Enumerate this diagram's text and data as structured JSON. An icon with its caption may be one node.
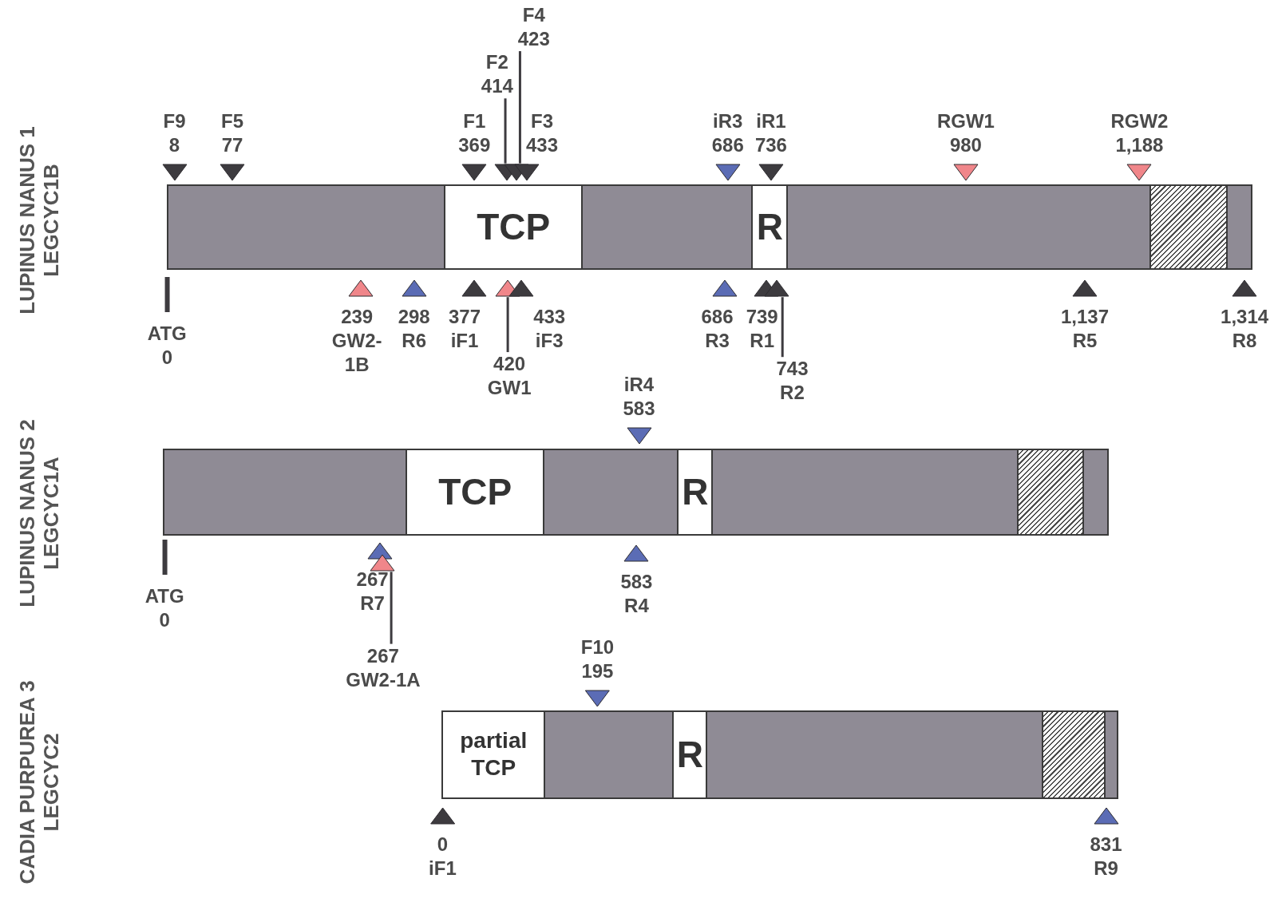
{
  "diagram": {
    "nodes": [
      {
        "text": [],
        "shape": "bar",
        "beside": [
          "LUPINUS NANUS 1",
          "LEGCYC1B"
        ]
      },
      {
        "text": [
          "TCP"
        ],
        "in": 0
      },
      {
        "text": [
          "R"
        ],
        "in": 0
      },
      {
        "text": [],
        "shape": "box",
        "in": 0
      },
      {
        "text": [
          "F9",
          "8"
        ]
      },
      {
        "text": [
          "F5",
          "77"
        ]
      },
      {
        "text": [
          "F1",
          "369"
        ]
      },
      {
        "text": [
          "F2",
          "414"
        ]
      },
      {
        "text": [],
        "shape": "triangle"
      },
      {
        "text": [
          "F4",
          "423"
        ]
      },
      {
        "text": [],
        "shape": "triangle"
      },
      {
        "text": [
          "F3",
          "433"
        ]
      },
      {
        "text": [
          "iR3",
          "686"
        ]
      },
      {
        "text": [
          "iR1",
          "736"
        ]
      },
      {
        "text": [
          "RGW1",
          "980"
        ]
      },
      {
        "text": [
          "RGW2",
          "1,188"
        ]
      },
      {
        "text": [
          "ATG",
          "0"
        ]
      },
      {
        "text": [
          "239",
          "GW2-1B"
        ]
      },
      {
        "text": [
          "298",
          "R6"
        ]
      },
      {
        "text": [
          "377",
          "iF1"
        ]
      },
      {
        "text": [
          "420",
          "GW1"
        ]
      },
      {
        "text": [],
        "shape": "triangle"
      },
      {
        "text": [
          "433",
          "iF3"
        ]
      },
      {
        "text": [
          "686",
          "R3"
        ]
      },
      {
        "text": [
          "739",
          "R1"
        ]
      },
      {
        "text": [
          "743",
          "R2"
        ]
      },
      {
        "text": [],
        "shape": "triangle"
      },
      {
        "text": [
          "1,137",
          "R5"
        ]
      },
      {
        "text": [
          "1,314",
          "R8"
        ]
      },
      {
        "text": [],
        "shape": "bar",
        "beside": [
          "LUPINUS NANUS 2",
          "LEGCYC1A"
        ]
      },
      {
        "text": [
          "TCP"
        ],
        "in": 29
      },
      {
        "text": [
          "R"
        ],
        "in": 29
      },
      {
        "text": [],
        "shape": "box",
        "in": 29
      },
      {
        "text": [
          "iR4",
          "583"
        ]
      },
      {
        "text": [
          "ATG",
          "0"
        ]
      },
      {
        "text": [
          "267",
          "R7"
        ]
      },
      {
        "text": [
          "267",
          "GW2-1A"
        ]
      },
      {
        "text": [],
        "shape": "triangle"
      },
      {
        "text": [
          "583",
          "R4"
        ]
      },
      {
        "text": [],
        "shape": "bar",
        "beside": [
          "CADIA PURPUREA 3",
          "LEGCYC2"
        ]
      },
      {
        "text": [
          "partial TCP"
        ],
        "in": 39
      },
      {
        "text": [
          "R"
        ],
        "in": 39
      },
      {
        "text": [],
        "shape": "box",
        "in": 39
      },
      {
        "text": [
          "F10",
          "195"
        ]
      },
      {
        "text": [
          "0",
          "iF1"
        ]
      },
      {
        "text": [
          "831",
          "R9"
        ]
      }
    ],
    "edges": [
      {
        "from": 7,
        "to": 8,
        "arrow": "none"
      },
      {
        "from": 9,
        "to": 10,
        "arrow": "none"
      },
      {
        "from": 20,
        "to": 21,
        "arrow": "none"
      },
      {
        "from": 25,
        "to": 26,
        "arrow": "none"
      },
      {
        "from": 36,
        "to": 37,
        "arrow": "none"
      }
    ]
  }
}
